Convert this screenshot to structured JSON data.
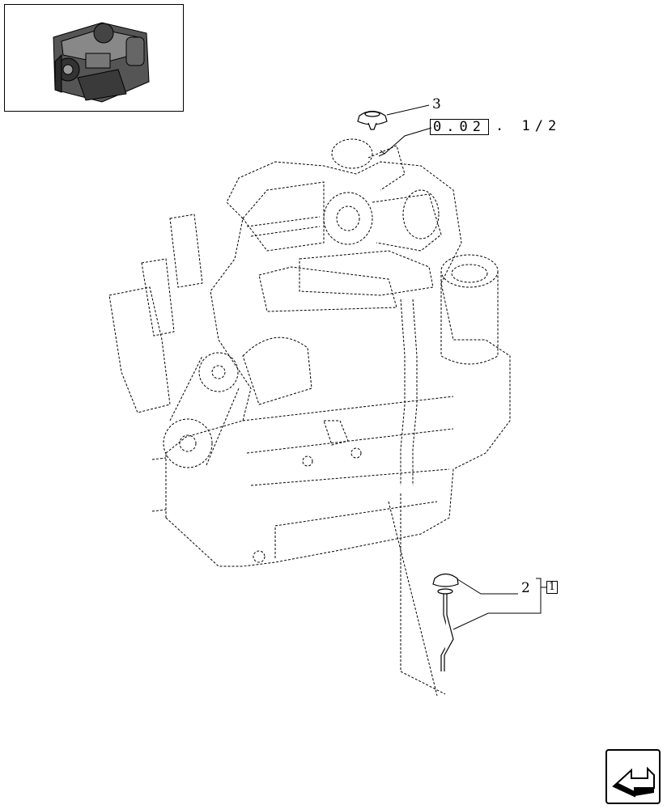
{
  "diagram": {
    "callouts": {
      "part_3": "3",
      "part_2": "2",
      "item_box_1": "1"
    },
    "cross_reference": {
      "boxed": "0.02",
      "tail": ". 1/2"
    }
  },
  "icons": {
    "thumbnail": "engine-thumbnail-icon",
    "navigation": "next-page-arrow-icon"
  },
  "colors": {
    "line": "#000000",
    "background": "#ffffff"
  }
}
